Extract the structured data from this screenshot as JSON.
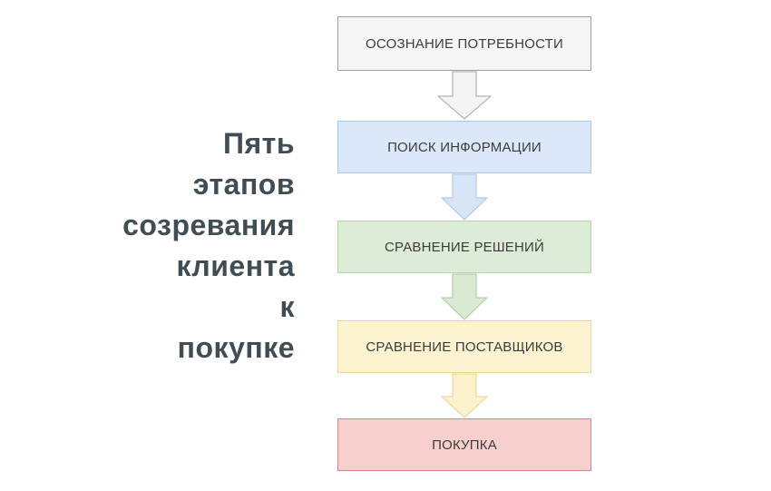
{
  "title": {
    "text": "Пять этапов созревания клиента к покупке",
    "lines": [
      "Пять",
      "этапов",
      "созревания",
      "клиента",
      "к",
      "покупке"
    ],
    "color": "#414d55"
  },
  "stages": [
    {
      "label": "ОСОЗНАНИЕ ПОТРЕБНОСТИ",
      "fill": "#f6f6f6",
      "stroke": "#9e9e9e"
    },
    {
      "label": "ПОИСК ИНФОРМАЦИИ",
      "fill": "#dbe8fa",
      "stroke": "#a9c5e8"
    },
    {
      "label": "СРАВНЕНИЕ РЕШЕНИЙ",
      "fill": "#ddecd6",
      "stroke": "#b8d3ac"
    },
    {
      "label": "СРАВНЕНИЕ ПОСТАВЩИКОВ",
      "fill": "#fdf3d0",
      "stroke": "#e9d79a"
    },
    {
      "label": "ПОКУПКА",
      "fill": "#f7cfcd",
      "stroke": "#d18a88"
    }
  ],
  "arrows": [
    {
      "fill": "#f4f4f4",
      "stroke": "#a6a6a6"
    },
    {
      "fill": "#d7e5f6",
      "stroke": "#a9c0e2"
    },
    {
      "fill": "#d9e9d2",
      "stroke": "#a9c89c"
    },
    {
      "fill": "#fcf1cd",
      "stroke": "#e5d193"
    }
  ],
  "text_color": "#3c3c3c",
  "background": "#ffffff"
}
